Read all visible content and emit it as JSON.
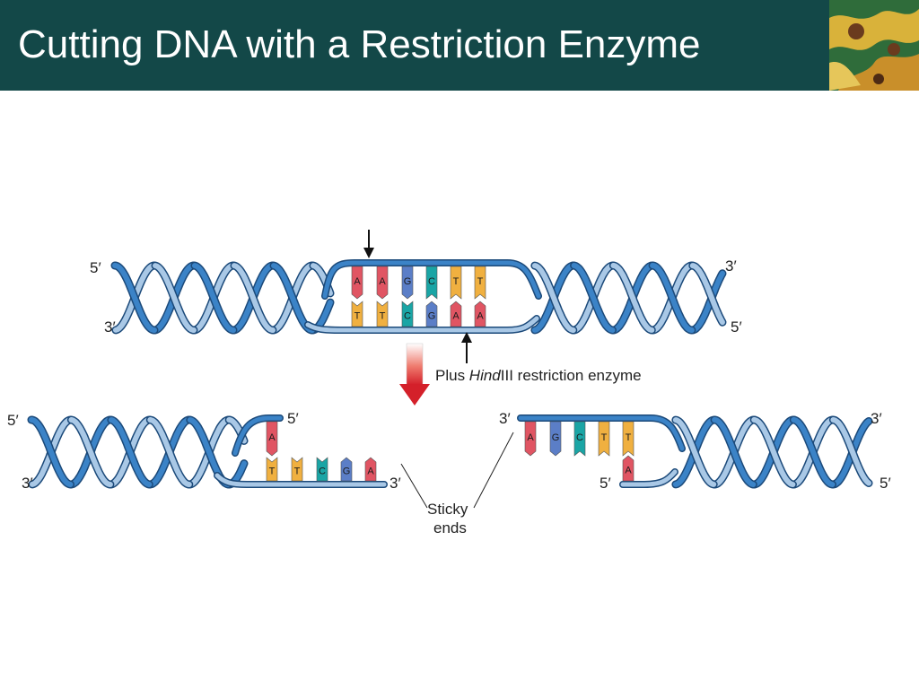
{
  "slide": {
    "title": "Cutting DNA with a Restriction Enzyme"
  },
  "colors": {
    "header_bg": "#134848",
    "strand_dark": "#3b83c7",
    "strand_light": "#a9c8e6",
    "strand_outline": "#1c4a7a",
    "base_A": "#e05563",
    "base_T": "#f0b040",
    "base_G": "#5b7ec7",
    "base_C": "#1aa5a5",
    "arrow_red": "#d4202a"
  },
  "top": {
    "five_prime_left": "5′",
    "three_prime_left": "3′",
    "three_prime_right": "3′",
    "five_prime_right": "5′",
    "top_bases": [
      "A",
      "A",
      "G",
      "C",
      "T",
      "T"
    ],
    "bottom_bases": [
      "T",
      "T",
      "C",
      "G",
      "A",
      "A"
    ]
  },
  "enzyme": {
    "prefix": "Plus ",
    "italic": "Hind",
    "suffix": "III restriction enzyme"
  },
  "left_fragment": {
    "five_prime_left": "5′",
    "three_prime_left": "3′",
    "five_prime_top": "5′",
    "three_prime_end": "3′",
    "top_bases": [
      "A"
    ],
    "bottom_bases": [
      "T",
      "T",
      "C",
      "G",
      "A"
    ]
  },
  "right_fragment": {
    "three_prime_top": "3′",
    "three_prime_right": "3′",
    "five_prime_bottom": "5′",
    "five_prime_right": "5′",
    "top_bases": [
      "A",
      "G",
      "C",
      "T",
      "T"
    ],
    "bottom_bases": [
      "A"
    ]
  },
  "sticky": {
    "line1": "Sticky",
    "line2": "ends"
  }
}
